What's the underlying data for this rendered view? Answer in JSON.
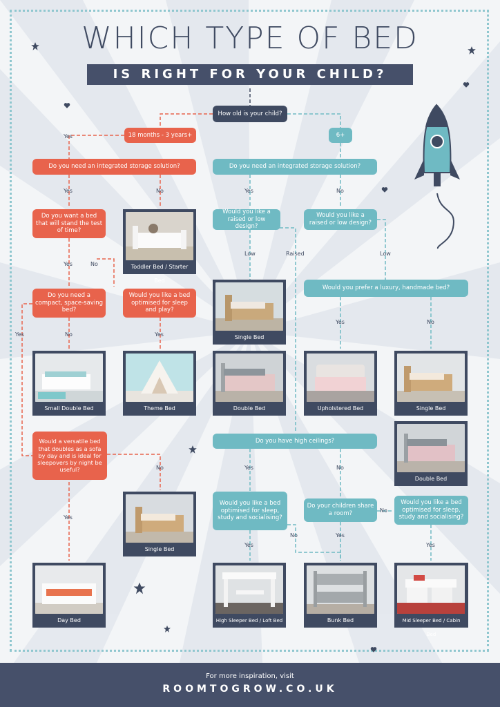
{
  "title": "WHICH TYPE OF BED",
  "subtitle": "IS RIGHT FOR YOUR CHILD?",
  "start": "How old is your child?",
  "ages": {
    "young": "18 months - 3 years+",
    "old": "6+"
  },
  "labels": {
    "yes": "Yes",
    "no": "No",
    "low": "Low",
    "raised": "Raised"
  },
  "questions": {
    "q_storage_red": "Do you need an integrated storage solution?",
    "q_storage_blue": "Do you need an integrated storage solution?",
    "q_test_of_time": "Do you want a bed that will stand the test of time?",
    "q_raised_low_a": "Would you like a raised or low design?",
    "q_raised_low_b": "Would you like a raised or low design?",
    "q_compact": "Do you need a compact, space-saving bed?",
    "q_sleep_play": "Would you like a bed optimised for sleep and play?",
    "q_luxury": "Would you prefer a luxury, handmade bed?",
    "q_sofa": "Would a versatile bed that doubles as a sofa by day and is ideal for sleepovers by night be useful?",
    "q_ceilings": "Do you have high ceilings?",
    "q_sleep_study": "Would you like a bed optimised for sleep, study and socialising?",
    "q_share": "Do your children share a room?",
    "q_sleep_study_b": "Would you like a bed optimised for sleep, study and socialising?"
  },
  "beds": {
    "toddler": "Toddler Bed / Starter Bed",
    "single_a": "Single Bed",
    "small_double": "Small Double Bed",
    "theme": "Theme Bed",
    "double_a": "Double Bed",
    "upholstered": "Upholstered Bed",
    "single_b": "Single Bed",
    "double_b": "Double Bed",
    "single_c": "Single Bed",
    "day": "Day Bed",
    "high_sleeper": "High Sleeper Bed / Loft Bed",
    "bunk": "Bunk Bed",
    "mid_sleeper": "Mid Sleeper Bed / Cabin Bed"
  },
  "footer": {
    "line1": "For more inspiration, visit",
    "line2": "ROOMTOGROW.CO.UK"
  },
  "colors": {
    "red": "#e8634c",
    "blue": "#6fbac3",
    "navy": "#3f4a61"
  }
}
